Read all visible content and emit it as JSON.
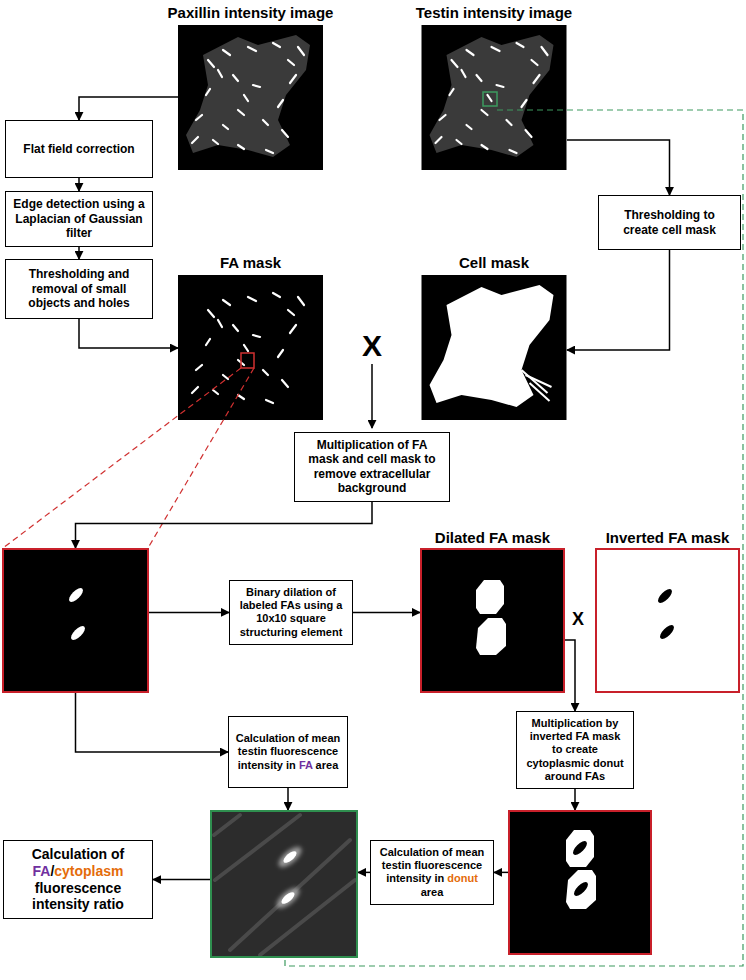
{
  "diagram": {
    "nodes": [
      {
        "text": [
          "Paxillin intensity image"
        ]
      },
      {
        "text": [
          "Testin intensity image"
        ]
      },
      {
        "text": [
          "Flat field correction"
        ]
      },
      {
        "text": [
          "Edge detection using a Laplacian of Gaussian filter"
        ]
      },
      {
        "text": [
          "Thresholding and removal of small objects and holes"
        ]
      },
      {
        "text": [
          "FA mask"
        ]
      },
      {
        "text": [
          "Thresholding to create cell mask"
        ]
      },
      {
        "text": [
          "Cell mask"
        ]
      },
      {
        "text": [
          "Multiplication of FA mask and cell mask to remove extracellular background"
        ]
      },
      {
        "text": []
      },
      {
        "text": [
          "Binary dilation of labeled FAs using a 10x10 square structuring element"
        ]
      },
      {
        "text": [
          "Dilated FA mask"
        ]
      },
      {
        "text": [
          "Inverted FA mask"
        ]
      },
      {
        "text": [
          "Calculation of mean testin fluorescence intensity in FA area"
        ]
      },
      {
        "text": [
          "Multiplication by inverted FA mask to create cytoplasmic donut around FAs"
        ]
      },
      {
        "text": []
      },
      {
        "text": []
      },
      {
        "text": [
          "Calculation of mean testin fluorescence intensity in donut area"
        ]
      },
      {
        "text": [
          "Calculation of FA/cytoplasm fluorescence intensity ratio"
        ]
      }
    ],
    "edges": [
      {
        "from": 0,
        "to": 2,
        "arrow": "to"
      },
      {
        "from": 2,
        "to": 3,
        "arrow": "to"
      },
      {
        "from": 3,
        "to": 4,
        "arrow": "to"
      },
      {
        "from": 4,
        "to": 5,
        "arrow": "to"
      },
      {
        "from": 1,
        "to": 6,
        "arrow": "to"
      },
      {
        "from": 6,
        "to": 7,
        "arrow": "to"
      },
      {
        "from": 8,
        "to": 9,
        "arrow": "to"
      },
      {
        "from": 9,
        "to": 10,
        "arrow": "to"
      },
      {
        "from": 10,
        "to": 11,
        "arrow": "to"
      },
      {
        "from": 9,
        "to": 13,
        "arrow": "to"
      },
      {
        "from": 11,
        "to": 14,
        "arrow": "to"
      },
      {
        "from": 13,
        "to": 15,
        "arrow": "to"
      },
      {
        "from": 14,
        "to": 16,
        "arrow": "to"
      },
      {
        "from": 16,
        "to": 17,
        "arrow": "to"
      },
      {
        "from": 17,
        "to": 15,
        "arrow": "to"
      },
      {
        "from": 15,
        "to": 18,
        "arrow": "to"
      }
    ],
    "labels": [
      "X",
      "X"
    ]
  }
}
